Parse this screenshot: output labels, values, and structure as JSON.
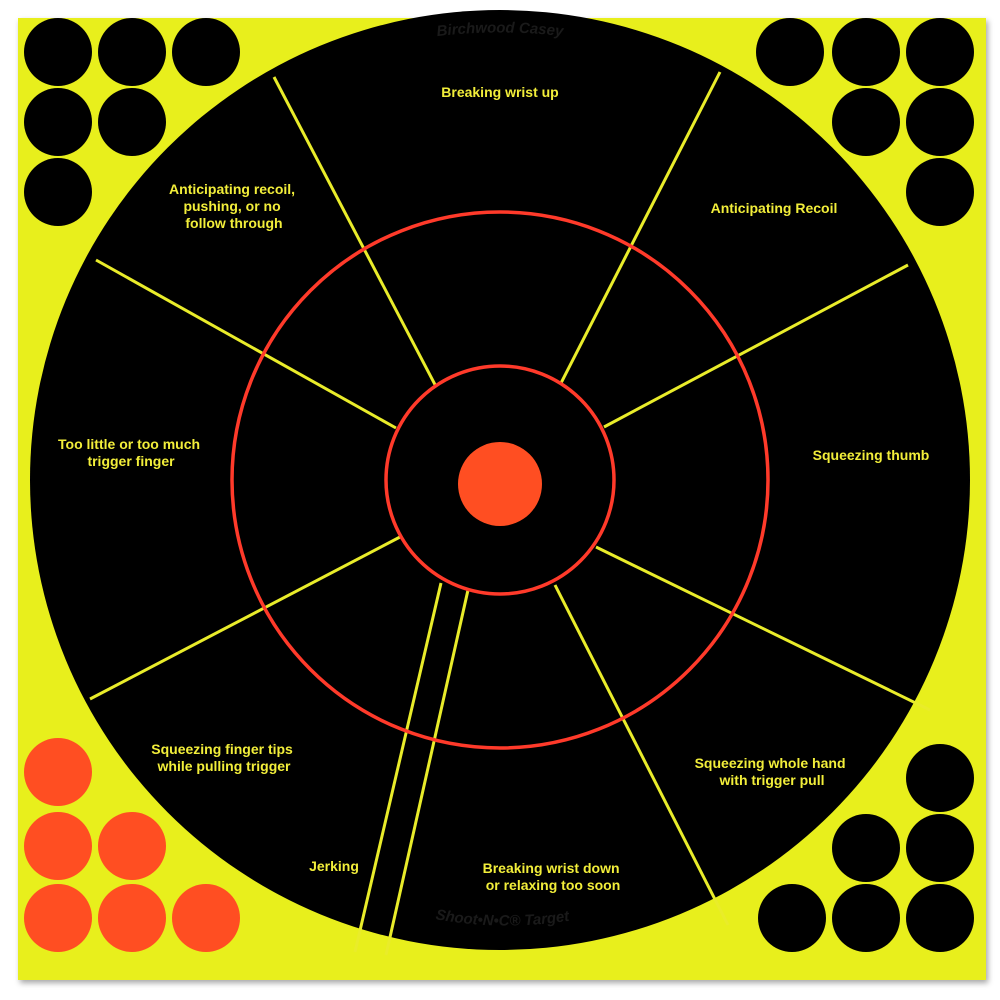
{
  "brand_top": "Birchwood Casey",
  "brand_bottom": "Shoot•N•C® Target",
  "zones": {
    "top": "Breaking wrist up",
    "top_left": [
      "Anticipating recoil,",
      "pushing, or no",
      "follow through"
    ],
    "top_right": "Anticipating Recoil",
    "left": [
      "Too little or too much",
      "trigger finger"
    ],
    "right": "Squeezing thumb",
    "bottom_left": [
      "Squeezing finger tips",
      "while pulling trigger"
    ],
    "bottom_right": [
      "Squeezing whole hand",
      "with trigger pull"
    ],
    "bottom_narrow": "Jerking",
    "bottom": [
      "Breaking wrist down",
      "or relaxing too soon"
    ]
  },
  "colors": {
    "background": "#e8ef1e",
    "target": "#000000",
    "divider": "#e9ec2a",
    "ring": "#ff3a2a",
    "bullseye": "#ff4e22",
    "pasters_black": "#000000",
    "pasters_orange": "#ff4e22"
  }
}
